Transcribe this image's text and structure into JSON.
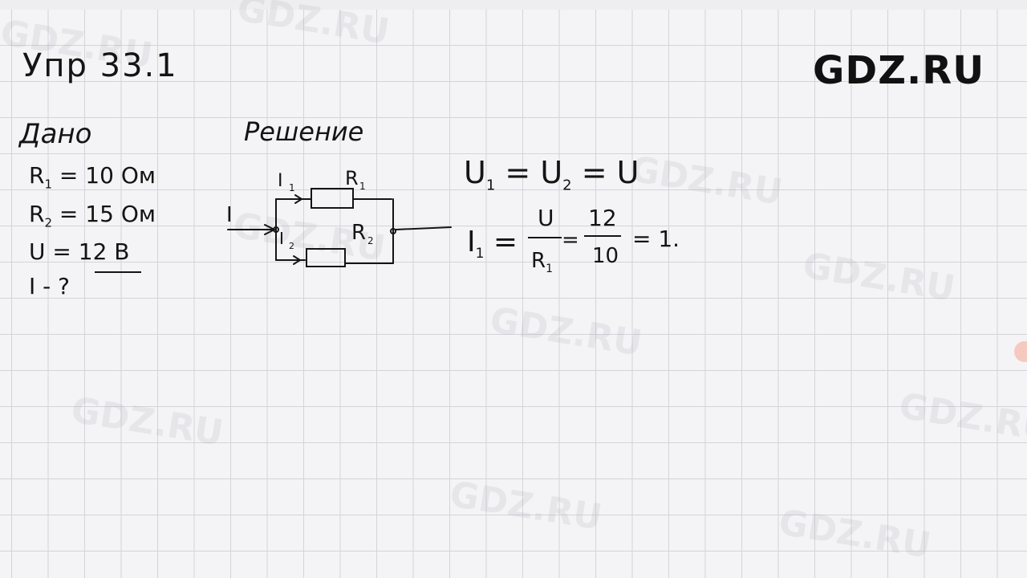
{
  "brand": {
    "logo_text": "GDZ.RU"
  },
  "watermark": {
    "text": "GDZ.RU"
  },
  "notes": {
    "title": "Упр 33.1",
    "given_heading": "Дано",
    "solution_heading": "Решение",
    "given": [
      {
        "label": "R",
        "sub": "1",
        "value": "= 10 Ом"
      },
      {
        "label": "R",
        "sub": "2",
        "value": "= 15 Ом"
      },
      {
        "label": "U",
        "sub": "",
        "value": "= 12 В"
      },
      {
        "label": "I",
        "sub": "",
        "value": "- ?"
      }
    ],
    "equation_voltage": {
      "u1": "U",
      "s1": "1",
      "eq1": "=",
      "u2": "U",
      "s2": "2",
      "eq2": "= U"
    },
    "equation_current": {
      "lhs": "I",
      "lhs_sub": "1",
      "eq": "=",
      "f1_num": "U",
      "f1_den": "R",
      "f1_den_sub": "1",
      "eq2": "=",
      "f2_num": "12",
      "f2_den": "10",
      "result": "= 1."
    }
  },
  "circuit": {
    "label_i_main": "I",
    "label_i1": "I",
    "label_i1_sub": "1",
    "label_i2": "I",
    "label_i2_sub": "2",
    "label_r1": "R",
    "label_r1_sub": "1",
    "label_r2": "R",
    "label_r2_sub": "2"
  }
}
